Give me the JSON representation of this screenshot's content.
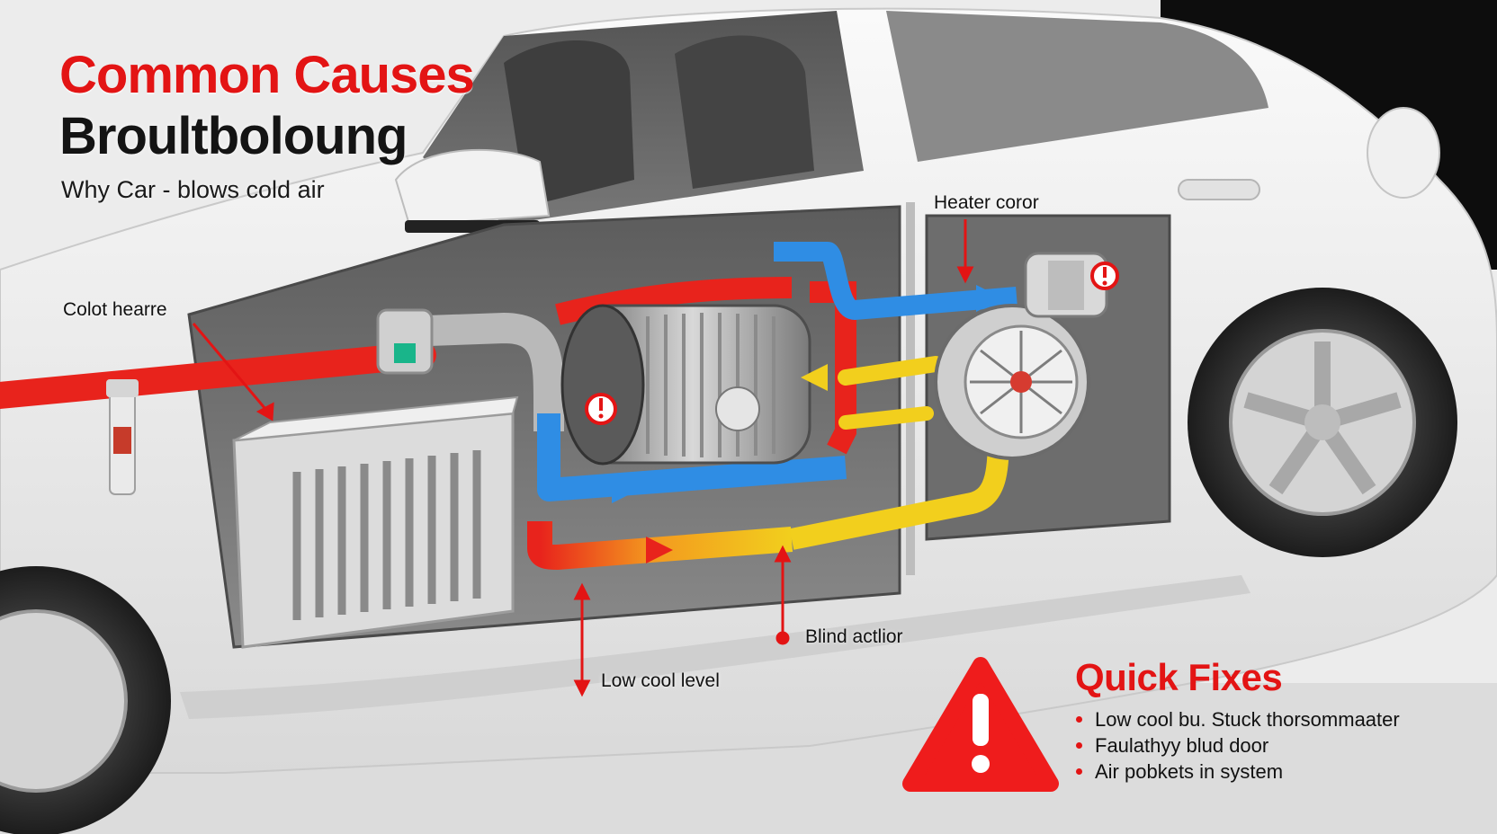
{
  "heading": {
    "title_line1": "Common Causes",
    "title_line2": "Broultboloung",
    "subtitle": "Why Car - blows cold air"
  },
  "callouts": {
    "heater_core": "Heater coror",
    "colot_hearre": "Colot hearre",
    "blind_action": "Blind actlior",
    "low_cool_level": "Low cool level"
  },
  "quick_fixes": {
    "title": "Quick Fixes",
    "items": [
      "Low cool bu. Stuck thorsommaater",
      "Faulathyy blud door",
      "Air pobkets in system"
    ]
  },
  "colors": {
    "accent_red": "#e31414",
    "hot_pipe": "#e8231c",
    "cold_pipe": "#2f8de4",
    "flow_pipe": "#f2cf1d",
    "car_body": "#f4f4f4"
  },
  "icons": [
    "warning-triangle-icon",
    "alert-badge-icon",
    "flow-arrow-icon"
  ]
}
